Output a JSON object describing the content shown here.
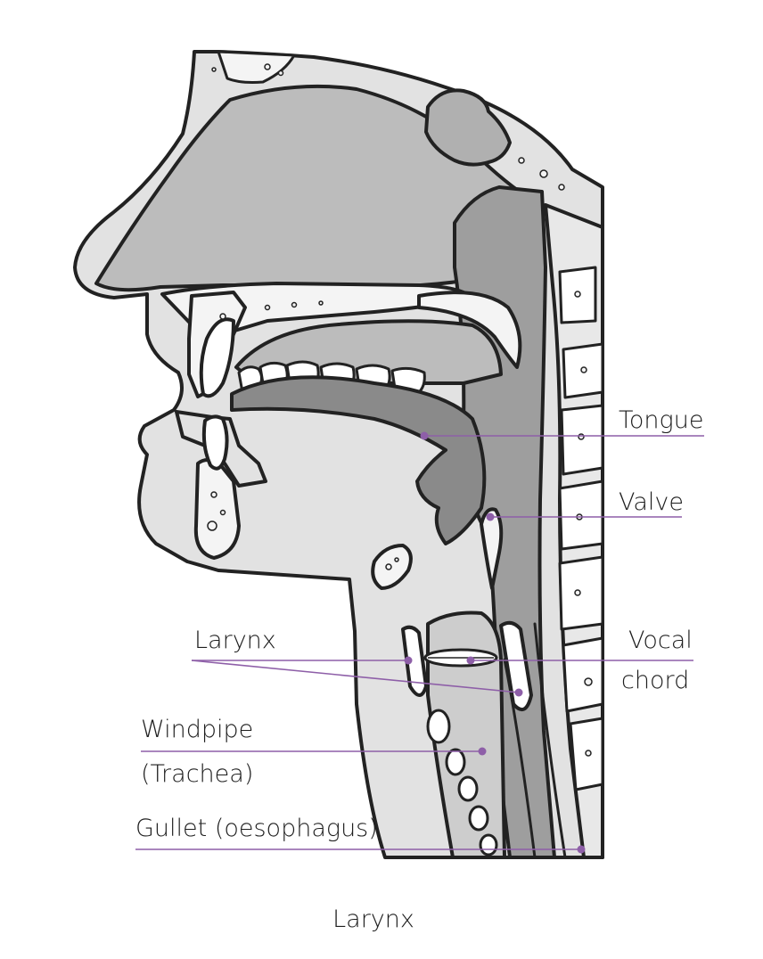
{
  "labels": {
    "tongue": "Tongue",
    "valve": "Valve",
    "vocal_line1": "Vocal",
    "vocal_line2": "chord",
    "larynx": "Larynx",
    "windpipe_line1": "Windpipe",
    "windpipe_line2": "(Trachea)",
    "gullet": "Gullet (oesophagus)"
  },
  "caption": "Larynx",
  "colors": {
    "leader": "#8e5fa8",
    "outline": "#222222",
    "soft_tissue": "#e2e2e2",
    "cavity": "#bcbcbc",
    "throat": "#9e9e9e",
    "tongue": "#8a8a8a",
    "bone": "#f4f4f4"
  }
}
